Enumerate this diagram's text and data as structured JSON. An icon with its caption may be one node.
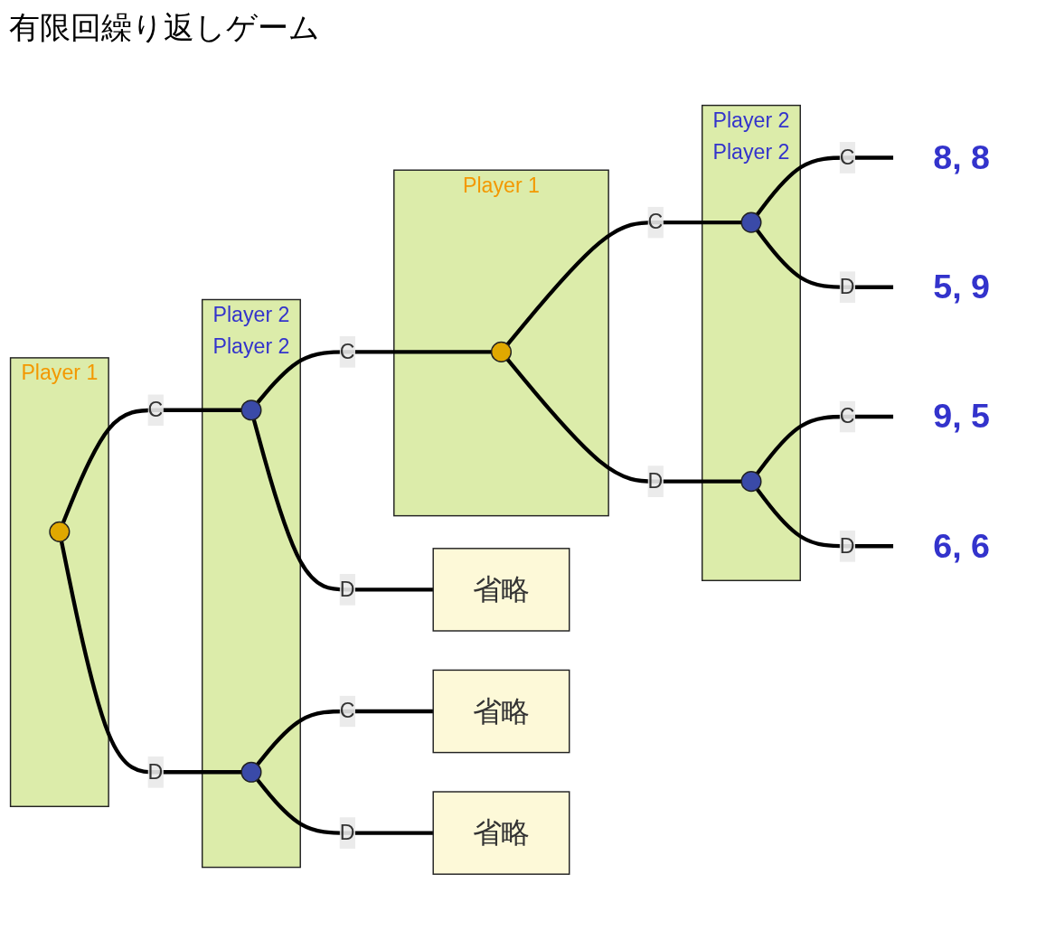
{
  "diagram": {
    "title": "有限回繰り返しゲーム",
    "nodes": [
      {
        "text": [
          "Player 1"
        ]
      },
      {
        "text": [],
        "shape": "circle",
        "in": 0
      },
      {
        "text": [
          "Player 2",
          "Player 2"
        ]
      },
      {
        "text": [],
        "shape": "circle",
        "in": 2
      },
      {
        "text": [],
        "shape": "circle",
        "in": 2
      },
      {
        "text": [
          "Player 1"
        ]
      },
      {
        "text": [],
        "shape": "circle",
        "in": 5
      },
      {
        "text": [
          "Player 2",
          "Player 2"
        ]
      },
      {
        "text": [],
        "shape": "circle",
        "in": 7
      },
      {
        "text": [],
        "shape": "circle",
        "in": 7
      },
      {
        "text": [
          "8, 8"
        ]
      },
      {
        "text": [
          "5, 9"
        ]
      },
      {
        "text": [
          "9, 5"
        ]
      },
      {
        "text": [
          "6, 6"
        ]
      },
      {
        "text": [
          "省略"
        ]
      },
      {
        "text": [
          "省略"
        ]
      },
      {
        "text": [
          "省略"
        ]
      }
    ],
    "edges": [
      {
        "from": 1,
        "to": 3,
        "label": "C",
        "arrow": "none"
      },
      {
        "from": 1,
        "to": 4,
        "label": "D",
        "arrow": "none"
      },
      {
        "from": 3,
        "to": 6,
        "label": "C",
        "arrow": "none"
      },
      {
        "from": 3,
        "to": 14,
        "label": "D",
        "arrow": "none"
      },
      {
        "from": 4,
        "to": 15,
        "label": "C",
        "arrow": "none"
      },
      {
        "from": 4,
        "to": 16,
        "label": "D",
        "arrow": "none"
      },
      {
        "from": 6,
        "to": 8,
        "label": "C",
        "arrow": "none"
      },
      {
        "from": 6,
        "to": 9,
        "label": "D",
        "arrow": "none"
      },
      {
        "from": 8,
        "to": 10,
        "label": "C",
        "arrow": "none"
      },
      {
        "from": 8,
        "to": 11,
        "label": "D",
        "arrow": "none"
      },
      {
        "from": 9,
        "to": 12,
        "label": "C",
        "arrow": "none"
      },
      {
        "from": 9,
        "to": 13,
        "label": "D",
        "arrow": "none"
      }
    ]
  }
}
